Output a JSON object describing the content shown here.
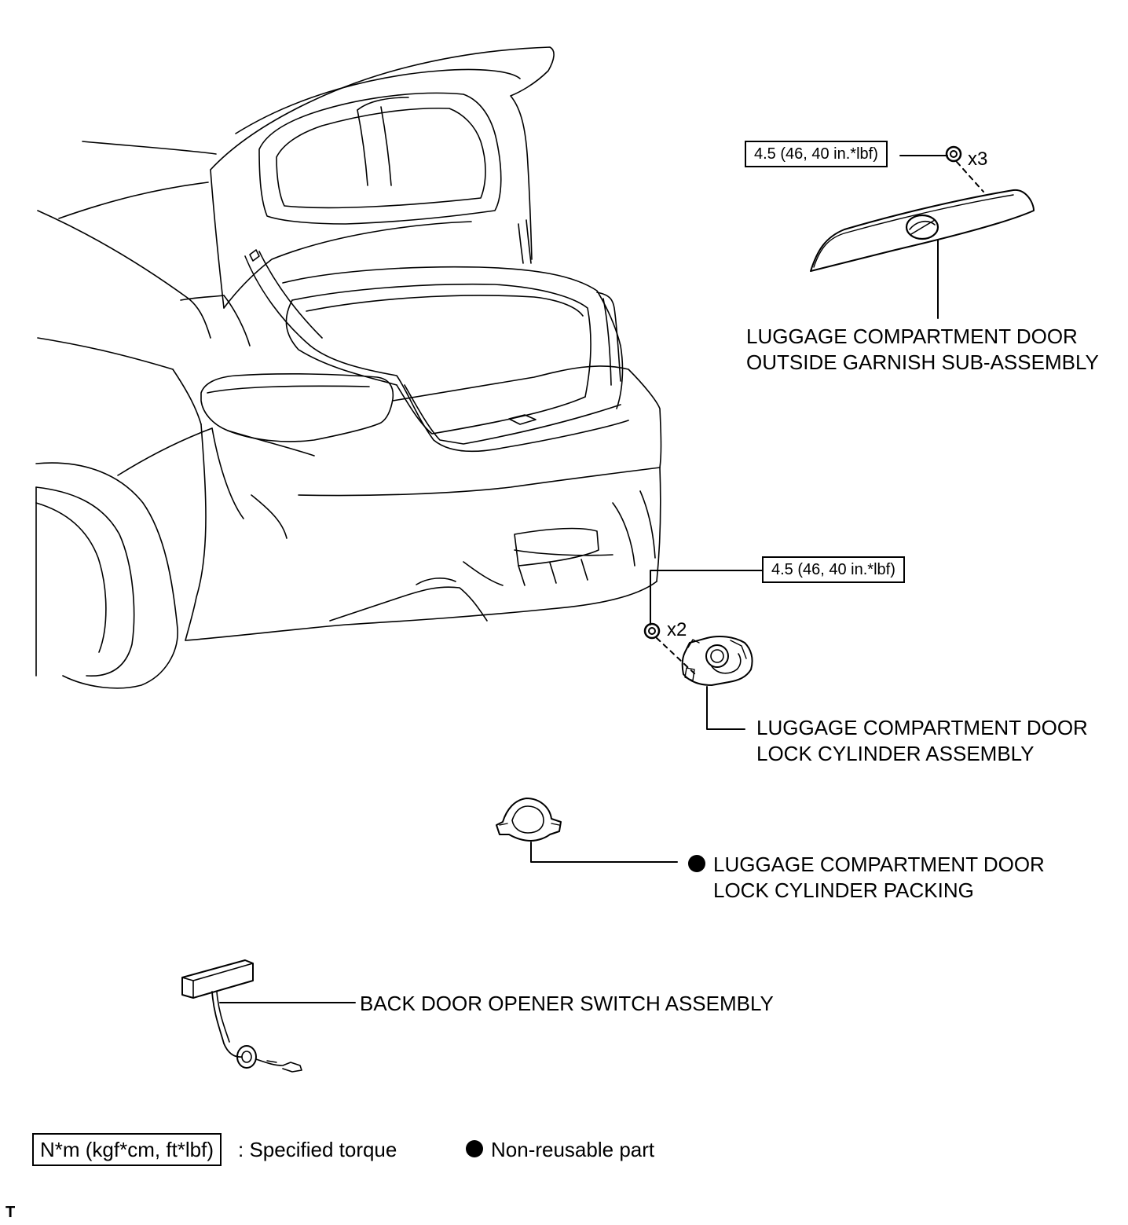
{
  "parts": {
    "garnish": {
      "line1": "LUGGAGE COMPARTMENT DOOR",
      "line2": "OUTSIDE GARNISH SUB-ASSEMBLY",
      "torque": "4.5 (46, 40 in.*lbf)",
      "qty": "x3"
    },
    "lock_cylinder": {
      "line1": "LUGGAGE COMPARTMENT DOOR",
      "line2": "LOCK CYLINDER ASSEMBLY",
      "torque": "4.5 (46, 40 in.*lbf)",
      "qty": "x2"
    },
    "packing": {
      "line1": "LUGGAGE COMPARTMENT DOOR",
      "line2": "LOCK CYLINDER PACKING",
      "non_reusable": true
    },
    "switch": {
      "label": "BACK DOOR OPENER SWITCH ASSEMBLY"
    }
  },
  "legend": {
    "torque_unit": "N*m (kgf*cm, ft*lbf)",
    "torque_desc": ": Specified torque",
    "non_reusable": "Non-reusable part"
  },
  "corner_mark": "T"
}
